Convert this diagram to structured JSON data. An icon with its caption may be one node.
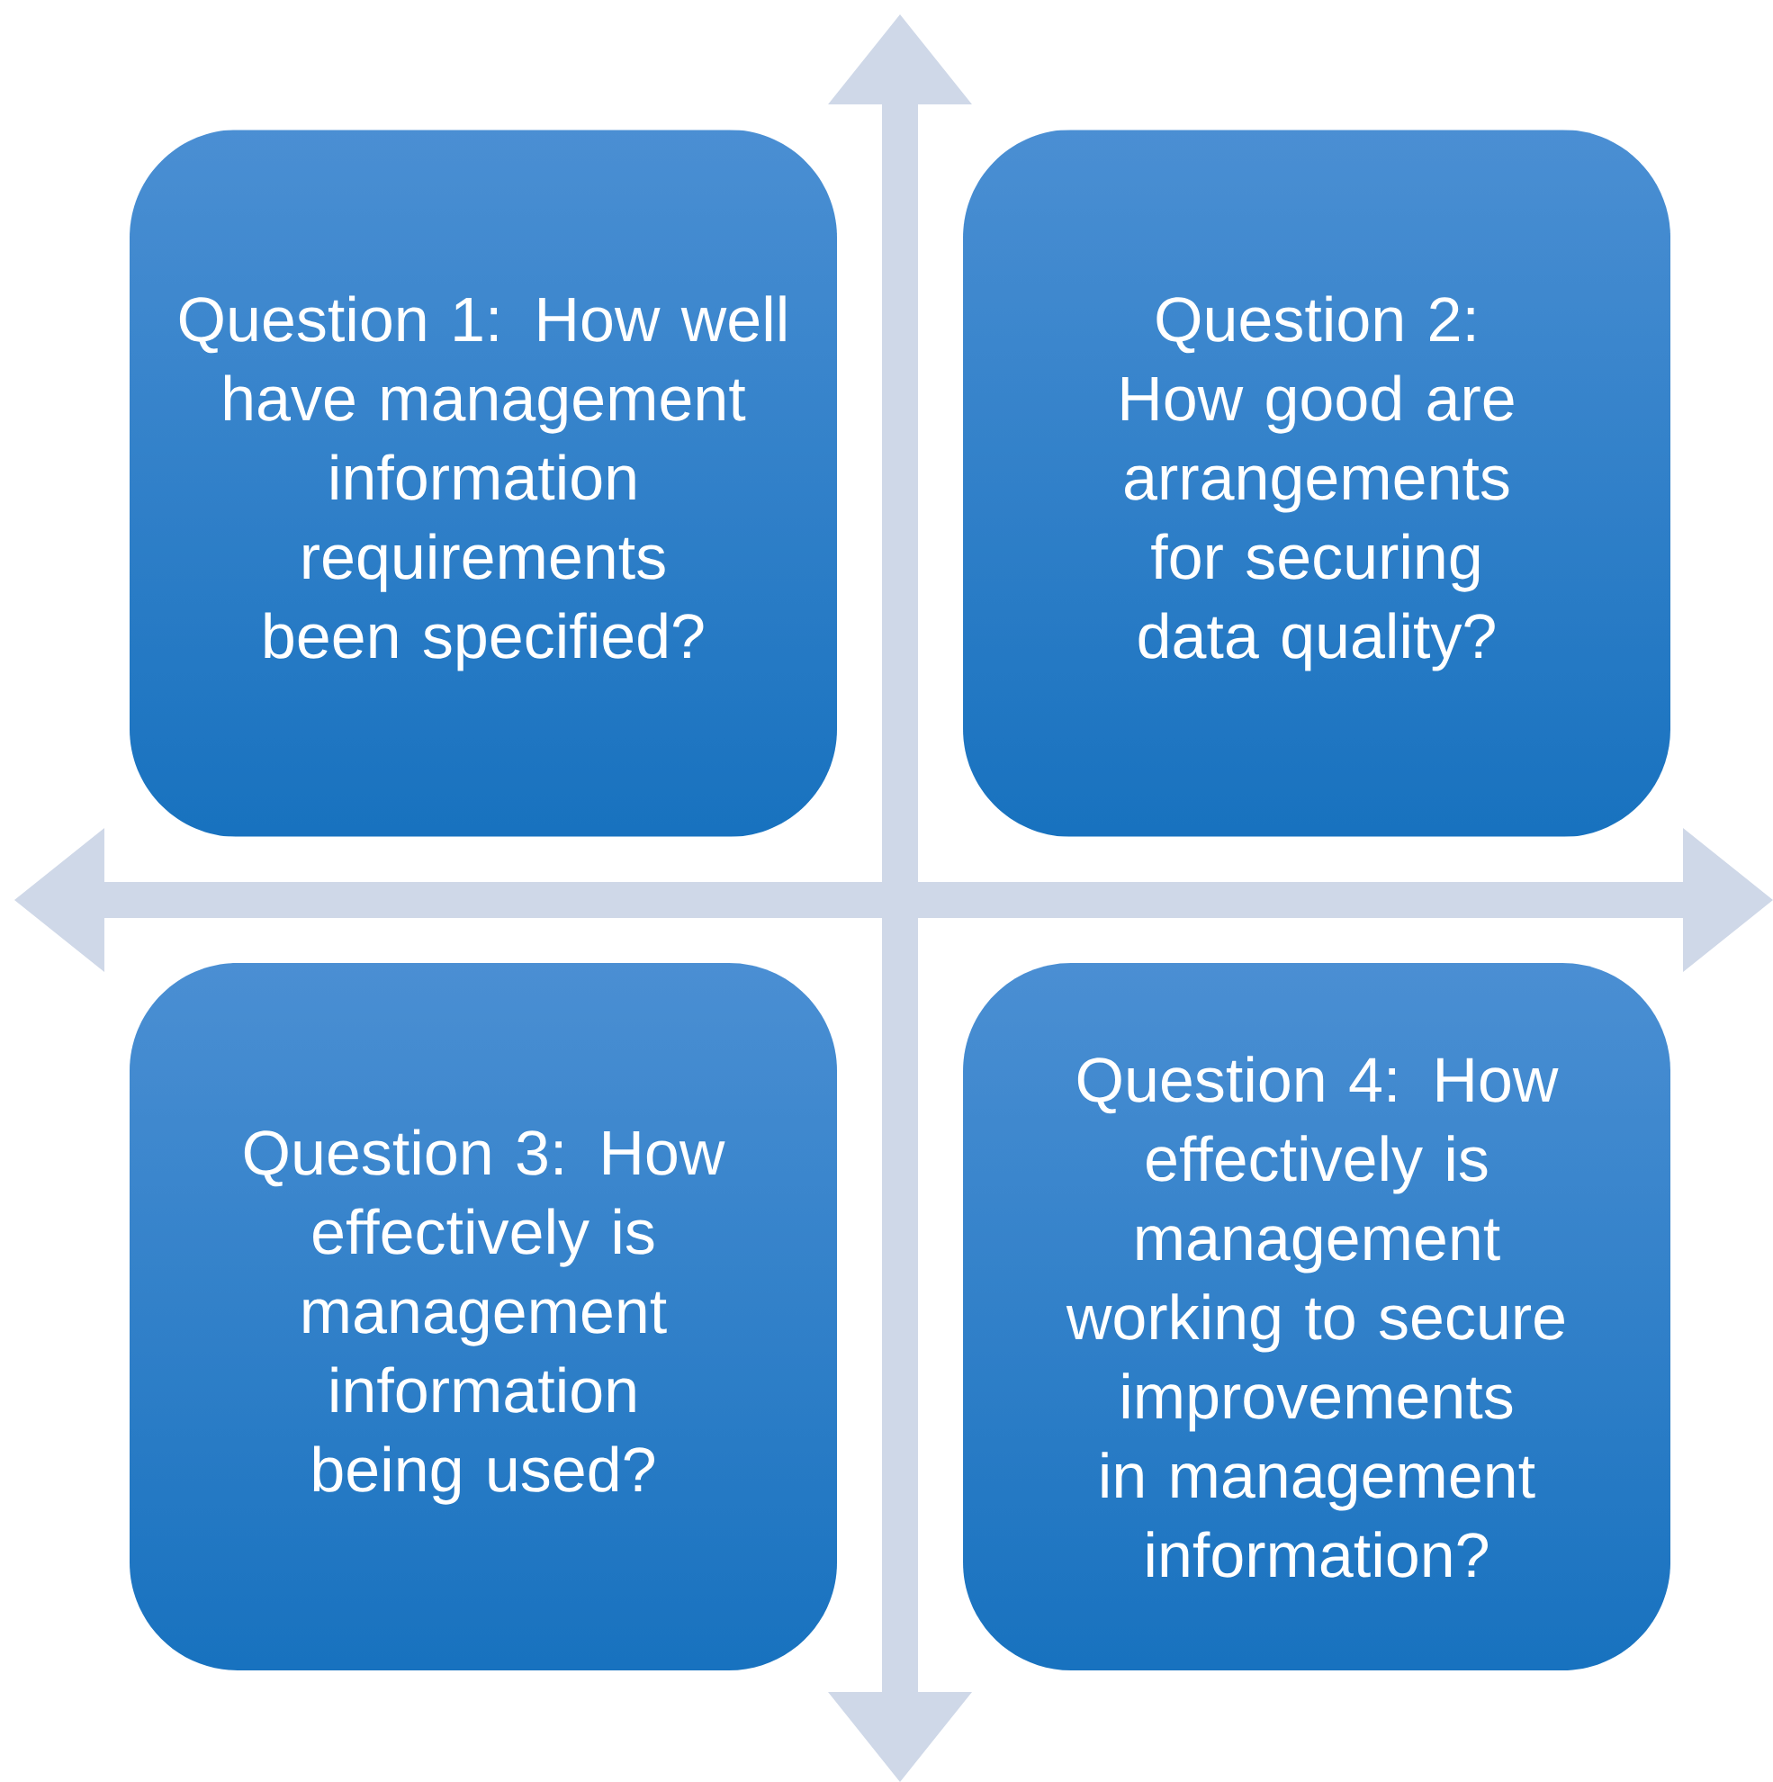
{
  "diagram": {
    "nodes": [
      {
        "text": [
          "Question 1: How well have management information requirements been specified?"
        ]
      },
      {
        "text": [
          "Question 2: How good are arrangements for securing data quality?"
        ]
      },
      {
        "text": [
          "Question 3: How effectively is management information being used?"
        ]
      },
      {
        "text": [
          "Question 4: How effectively is management working to secure improvements in management information?"
        ]
      }
    ]
  }
}
